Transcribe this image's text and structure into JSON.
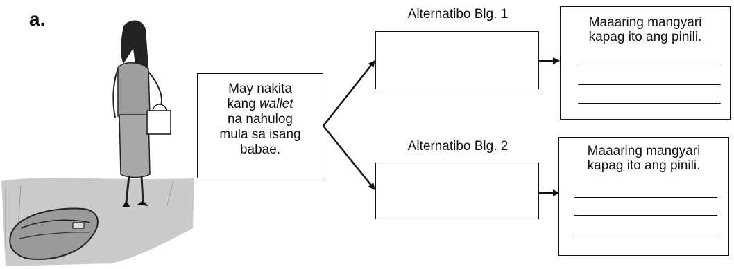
{
  "item_letter": "a.",
  "scenario": {
    "line1": "May nakita",
    "line2_prefix": "kang ",
    "line2_italic": "wallet",
    "line3": "na nahulog",
    "line4": "mula sa isang",
    "line5": "babae."
  },
  "alternatives": [
    {
      "heading": "Alternatibo Blg. 1",
      "result_line1": "Maaaring mangyari",
      "result_line2": "kapag ito ang pinili."
    },
    {
      "heading": "Alternatibo Blg. 2",
      "result_line1": "Maaaring mangyari",
      "result_line2": "kapag ito ang pinili."
    }
  ]
}
